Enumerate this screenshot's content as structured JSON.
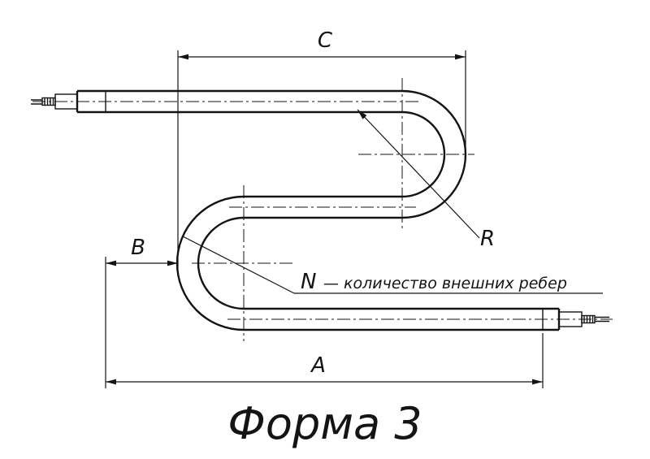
{
  "title": "Форма 3",
  "labels": {
    "a": "A",
    "b": "B",
    "c": "C",
    "r": "R"
  },
  "note": {
    "symbol": "N",
    "rest": "— количество внешних ребер"
  },
  "colors": {
    "line": "#141414",
    "background": "#ffffff"
  }
}
